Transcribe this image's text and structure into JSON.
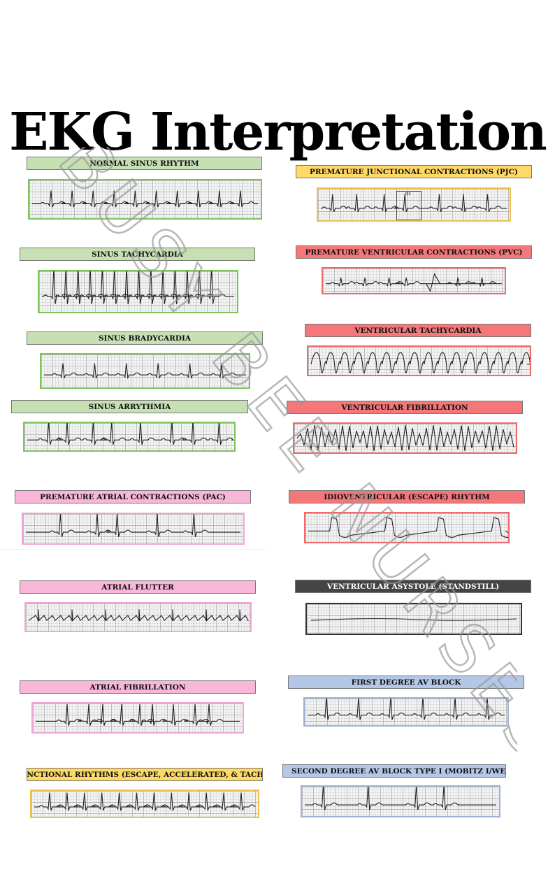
{
  "title": "EKG Interpretation",
  "watermark": "BUSY BEE NURSES",
  "left_column": [
    {
      "id": "nsr",
      "label": "NORMAL SINUS RHYTHM",
      "color": "green",
      "rhythm": "nsr"
    },
    {
      "id": "stach",
      "label": "SINUS TACHYCARDIA",
      "color": "green",
      "rhythm": "tachy"
    },
    {
      "id": "sbrady",
      "label": "SINUS BRADYCARDIA",
      "color": "green",
      "rhythm": "brady"
    },
    {
      "id": "sarr",
      "label": "SINUS ARRYTHMIA",
      "color": "green",
      "rhythm": "arrhythmia"
    },
    {
      "id": "pac",
      "label": "PREMATURE ATRIAL CONTRACTIONS (PAC)",
      "color": "pink",
      "rhythm": "pac"
    },
    {
      "id": "aflutter",
      "label": "ATRIAL FLUTTER",
      "color": "pink",
      "rhythm": "flutter"
    },
    {
      "id": "afib",
      "label": "ATRIAL FIBRILLATION",
      "color": "pink",
      "rhythm": "afib"
    },
    {
      "id": "junc",
      "label": "JUNCTIONAL RHYTHMS (ESCAPE, ACCELERATED, & TACHY)",
      "color": "yellow",
      "rhythm": "junctional"
    }
  ],
  "right_column": [
    {
      "id": "pjc",
      "label": "PREMATURE JUNCTIONAL CONTRACTIONS (PJC)",
      "color": "yellow",
      "rhythm": "pjc",
      "annotation": "PJC"
    },
    {
      "id": "pvc",
      "label": "PREMATURE VENTRICULAR CONTRACTIONS (PVC)",
      "color": "red",
      "rhythm": "pvc"
    },
    {
      "id": "vtach",
      "label": "VENTRICULAR TACHYCARDIA",
      "color": "red",
      "rhythm": "vtach"
    },
    {
      "id": "vfib",
      "label": "VENTRICULAR FIBRILLATION",
      "color": "red",
      "rhythm": "vfib"
    },
    {
      "id": "idio",
      "label": "IDIOVENTRICULAR (ESCAPE) RHYTHM",
      "color": "red",
      "rhythm": "idio"
    },
    {
      "id": "asys",
      "label": "VENTRICULAR ASYSTOLE (STANDSTILL)",
      "color": "dark",
      "rhythm": "asystole"
    },
    {
      "id": "avb1",
      "label": "FIRST DEGREE AV BLOCK",
      "color": "blue",
      "rhythm": "avb1"
    },
    {
      "id": "avb2",
      "label": "SECOND DEGREE AV BLOCK TYPE I (MOBITZ I/WENCKEBACH",
      "color": "blue",
      "rhythm": "avb2"
    }
  ]
}
